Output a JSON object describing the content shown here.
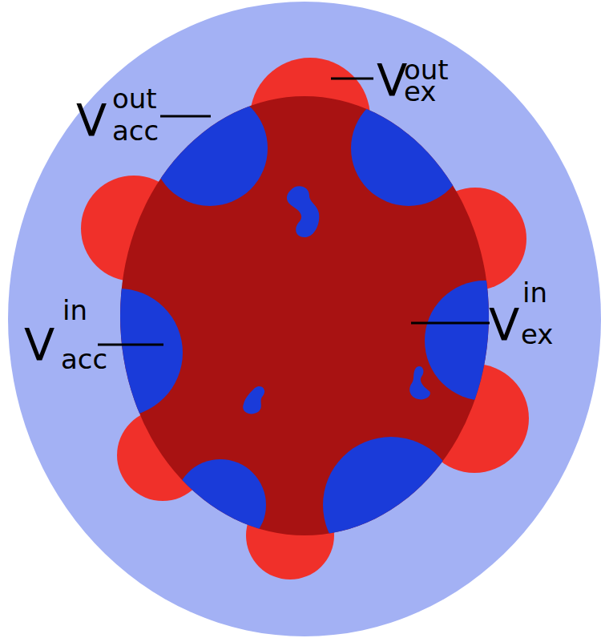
{
  "diagram": {
    "labels": [
      "V",
      "out",
      "ex",
      "V",
      "out",
      "acc",
      "V",
      "in",
      "acc",
      "V",
      "in",
      "ex"
    ]
  }
}
